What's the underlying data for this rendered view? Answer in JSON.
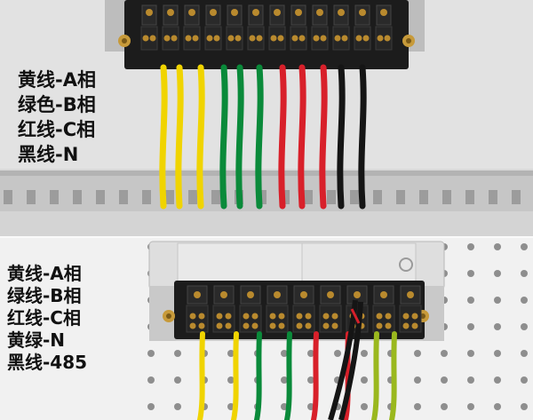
{
  "image": {
    "top_legend": {
      "lines": [
        "黄线-A相",
        "绿色-B相",
        "红线-C相",
        "黑线-N"
      ]
    },
    "bottom_legend": {
      "lines": [
        "黄线-A相",
        "绿线-B相",
        "红线-C相",
        "黄绿-N",
        "黑线-485"
      ]
    },
    "colors": {
      "yellow": "#f0d400",
      "green": "#0a8a3a",
      "red": "#d8202a",
      "black": "#151515",
      "yellow_green": "#9ab81e",
      "meter_black": "#1c1c1c",
      "brass": "#b98a2e",
      "wall_grey": "#c9c9c9",
      "pegboard": "#f1f1f1"
    },
    "icons": [
      "screw-terminal-icon",
      "mounting-screw-icon"
    ]
  }
}
